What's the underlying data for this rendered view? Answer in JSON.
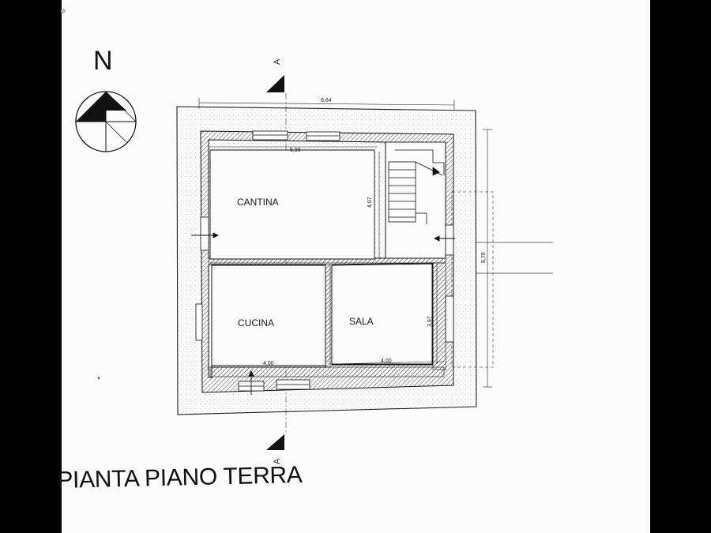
{
  "north_label": "N",
  "section_marker": "A",
  "rooms": {
    "cantina": "CANTINA",
    "cucina": "CUCINA",
    "sala": "SALA"
  },
  "dimensions": {
    "overall_width": "8,64",
    "overall_depth": "8,70",
    "cantina_width": "5,99",
    "cantina_depth": "4,07",
    "cucina_width": "4,00",
    "sala_width": "4,00",
    "sala_depth": "3,97"
  },
  "title": "PIANTA PIANO TERRA",
  "colors": {
    "ink": "#111111",
    "hatch": "#555555",
    "paper": "#fbfbfb"
  }
}
